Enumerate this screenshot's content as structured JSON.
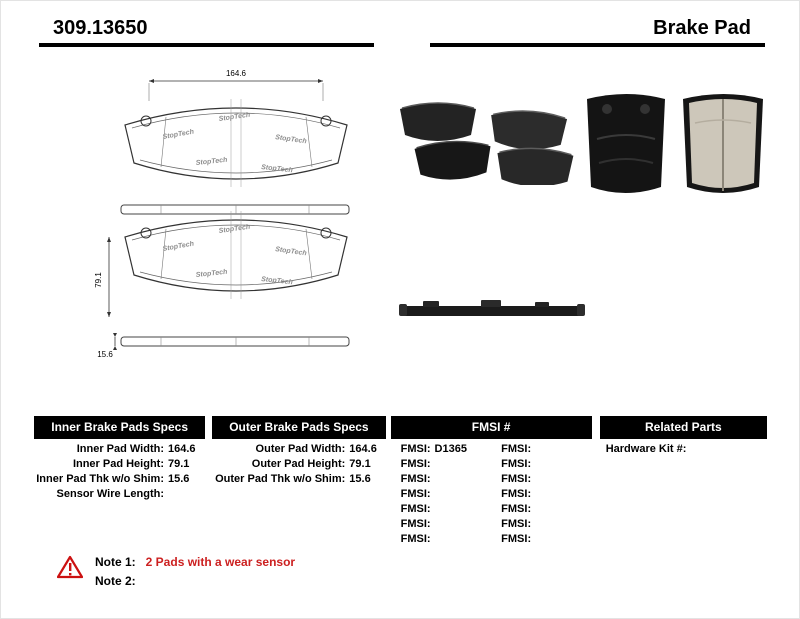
{
  "header": {
    "part_number": "309.13650",
    "product_type": "Brake Pad"
  },
  "drawing": {
    "watermark": "StopTech",
    "dim_width": "164.6",
    "dim_height": "79.1",
    "dim_thickness": "15.6"
  },
  "specs": {
    "inner": {
      "title": "Inner Brake Pads Specs",
      "rows": [
        {
          "label": "Inner Pad Width:",
          "value": "164.6"
        },
        {
          "label": "Inner Pad Height:",
          "value": "79.1"
        },
        {
          "label": "Inner Pad Thk w/o Shim:",
          "value": "15.6"
        },
        {
          "label": "Sensor Wire Length:",
          "value": ""
        }
      ]
    },
    "outer": {
      "title": "Outer Brake Pads Specs",
      "rows": [
        {
          "label": "Outer Pad Width:",
          "value": "164.6"
        },
        {
          "label": "Outer Pad Height:",
          "value": "79.1"
        },
        {
          "label": "Outer Pad Thk w/o Shim:",
          "value": "15.6"
        }
      ]
    },
    "fmsi": {
      "title": "FMSI #",
      "rows": [
        {
          "left_label": "FMSI:",
          "left_value": "D1365",
          "right_label": "FMSI:",
          "right_value": ""
        },
        {
          "left_label": "FMSI:",
          "left_value": "",
          "right_label": "FMSI:",
          "right_value": ""
        },
        {
          "left_label": "FMSI:",
          "left_value": "",
          "right_label": "FMSI:",
          "right_value": ""
        },
        {
          "left_label": "FMSI:",
          "left_value": "",
          "right_label": "FMSI:",
          "right_value": ""
        },
        {
          "left_label": "FMSI:",
          "left_value": "",
          "right_label": "FMSI:",
          "right_value": ""
        },
        {
          "left_label": "FMSI:",
          "left_value": "",
          "right_label": "FMSI:",
          "right_value": ""
        },
        {
          "left_label": "FMSI:",
          "left_value": "",
          "right_label": "FMSI:",
          "right_value": ""
        }
      ]
    },
    "related": {
      "title": "Related Parts",
      "rows": [
        {
          "label": "Hardware Kit #:",
          "value": ""
        }
      ]
    }
  },
  "notes": {
    "note1_label": "Note 1:",
    "note1_text": "2 Pads with a wear sensor",
    "note2_label": "Note 2:",
    "note2_text": ""
  }
}
